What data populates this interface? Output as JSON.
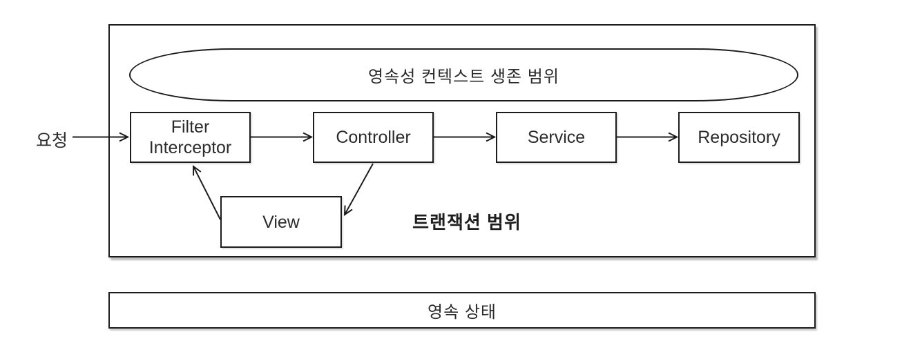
{
  "diagram": {
    "request_label": "요청",
    "scope_label": "영속성 컨텍스트 생존 범위",
    "transaction_label": "트랜잭션 범위",
    "persistent_state_label": "영속 상태",
    "nodes": {
      "filter": {
        "line1": "Filter",
        "line2": "Interceptor"
      },
      "controller": {
        "label": "Controller"
      },
      "service": {
        "label": "Service"
      },
      "repository": {
        "label": "Repository"
      },
      "view": {
        "label": "View"
      }
    },
    "flow": [
      "요청 → Filter Interceptor",
      "Filter Interceptor → Controller",
      "Controller → Service",
      "Service → Repository",
      "Controller → View",
      "View → Filter Interceptor"
    ]
  },
  "colors": {
    "line": "#1c1c1c",
    "text": "#2b2b2b",
    "background": "#ffffff"
  }
}
